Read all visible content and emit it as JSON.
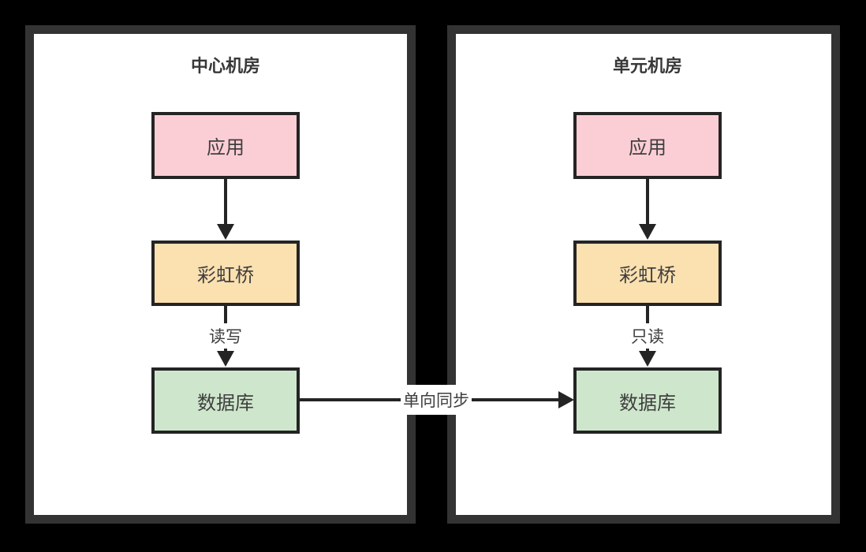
{
  "diagram": {
    "background_color": "#000000",
    "panel_background_color": "#ffffff",
    "panel_border_color": "#333333",
    "node_border_color": "#242424",
    "arrow_color": "#242424",
    "text_color": "#3f3f3f",
    "panels": [
      {
        "title": "中心机房",
        "nodes": [
          {
            "label": "应用",
            "fill": "#fbced5"
          },
          {
            "label": "彩虹桥",
            "fill": "#fbe0b0"
          },
          {
            "label": "数据库",
            "fill": "#cee7cc"
          }
        ],
        "bridge_to_db_edge_label": "读写"
      },
      {
        "title": "单元机房",
        "nodes": [
          {
            "label": "应用",
            "fill": "#fbced5"
          },
          {
            "label": "彩虹桥",
            "fill": "#fbe0b0"
          },
          {
            "label": "数据库",
            "fill": "#cee7cc"
          }
        ],
        "bridge_to_db_edge_label": "只读"
      }
    ],
    "sync_edge_label": "单向同步"
  }
}
